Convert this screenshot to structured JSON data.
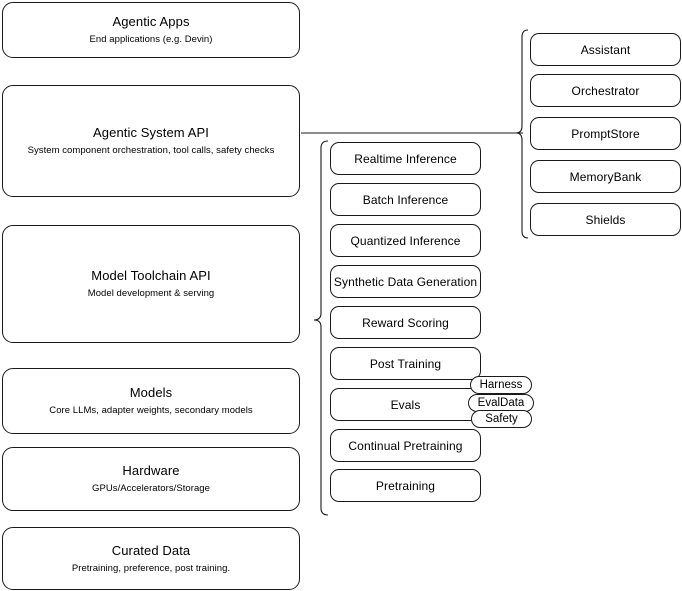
{
  "diagram": {
    "layers": [
      {
        "title": "Agentic Apps",
        "subtitle": "End applications (e.g. Devin)"
      },
      {
        "title": "Agentic System API",
        "subtitle": "System component orchestration, tool calls, safety checks"
      },
      {
        "title": "Model Toolchain API",
        "subtitle": "Model development & serving"
      },
      {
        "title": "Models",
        "subtitle": "Core LLMs, adapter weights, secondary models"
      },
      {
        "title": "Hardware",
        "subtitle": "GPUs/Accelerators/Storage"
      },
      {
        "title": "Curated Data",
        "subtitle": "Pretraining, preference, post training."
      }
    ],
    "toolchain_components": [
      {
        "label": "Realtime Inference"
      },
      {
        "label": "Batch Inference"
      },
      {
        "label": "Quantized Inference"
      },
      {
        "label": "Synthetic Data Generation"
      },
      {
        "label": "Reward Scoring"
      },
      {
        "label": "Post Training"
      },
      {
        "label": "Evals"
      },
      {
        "label": "Continual Pretraining"
      },
      {
        "label": "Pretraining"
      }
    ],
    "eval_subcomponents": [
      {
        "label": "Harness"
      },
      {
        "label": "EvalData"
      },
      {
        "label": "Safety"
      }
    ],
    "system_components": [
      {
        "label": "Assistant"
      },
      {
        "label": "Orchestrator"
      },
      {
        "label": "PromptStore"
      },
      {
        "label": "MemoryBank"
      },
      {
        "label": "Shields"
      }
    ],
    "colors": {
      "stroke": "#1a1a1a",
      "background": "#ffffff",
      "text": "#000000"
    }
  }
}
